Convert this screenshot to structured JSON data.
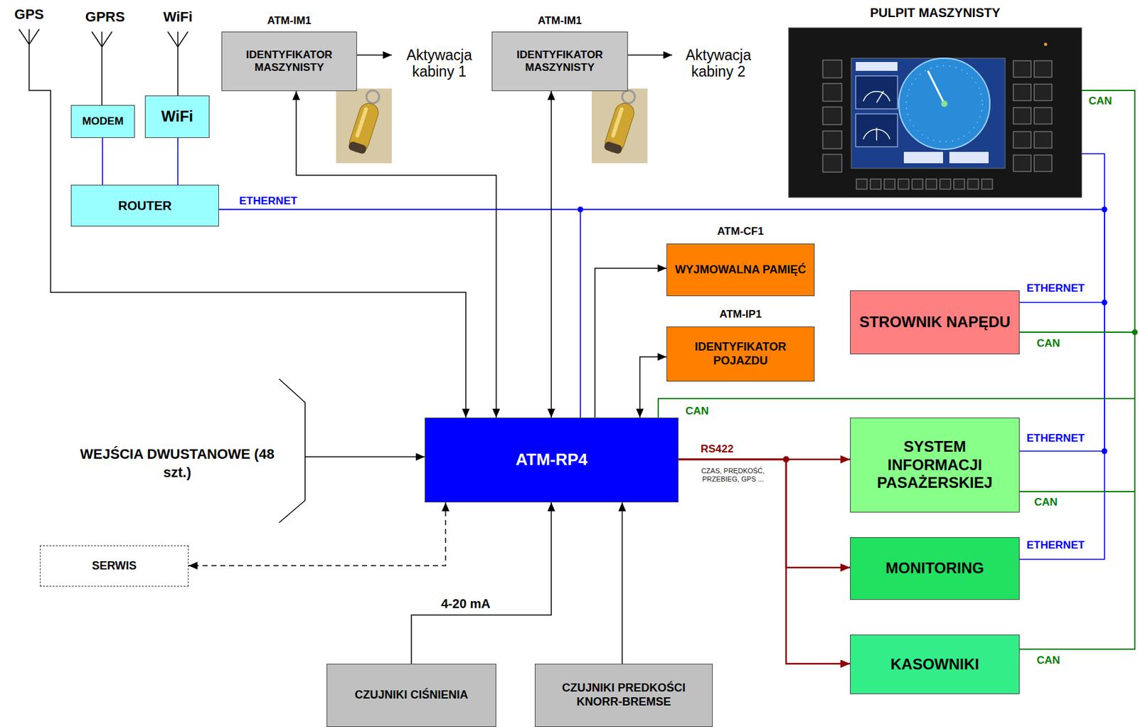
{
  "diagram": {
    "nodes": [
      {
        "text": [
          "ATM-IM1",
          "IDENTYFIKATOR MASZYNISTY"
        ]
      },
      {
        "text": [
          "ATM-IM1",
          "IDENTYFIKATOR MASZYNISTY"
        ]
      },
      {
        "text": [
          "PULPIT MASZYNISTY"
        ]
      },
      {
        "text": [
          "MODEM"
        ]
      },
      {
        "text": [
          "WiFi"
        ]
      },
      {
        "text": [
          "ROUTER"
        ]
      },
      {
        "text": [
          "ATM-CF1",
          "WYJMOWALNA PAMIĘĆ"
        ]
      },
      {
        "text": [
          "ATM-IP1",
          "IDENTYFIKATOR POJAZDU"
        ]
      },
      {
        "text": [
          "STROWNIK NAPĘDU"
        ]
      },
      {
        "text": [
          "ATM-RP4"
        ]
      },
      {
        "text": [
          "SYSTEM INFORMACJI PASAŻERSKIEJ"
        ]
      },
      {
        "text": [
          "SERWIS"
        ]
      },
      {
        "text": [
          "MONITORING"
        ]
      },
      {
        "text": [
          "KASOWNIKI"
        ]
      },
      {
        "text": [
          "CZUJNIKI CIŚNIENIA"
        ]
      },
      {
        "text": [
          "CZUJNIKI PREDKOŚCI KNORR-BREMSE"
        ]
      }
    ],
    "edges": [
      {
        "from": 3,
        "to": 5,
        "arrow": "none"
      },
      {
        "from": 4,
        "to": 5,
        "arrow": "none"
      },
      {
        "from": 5,
        "to": 9,
        "arrow": "none",
        "label": "ETHERNET"
      },
      {
        "from": 5,
        "to": 2,
        "arrow": "none"
      },
      {
        "from": 5,
        "to": 8,
        "arrow": "none",
        "label": "ETHERNET"
      },
      {
        "from": 5,
        "to": 10,
        "arrow": "none",
        "label": "ETHERNET"
      },
      {
        "from": 5,
        "to": 12,
        "arrow": "none",
        "label": "ETHERNET"
      },
      {
        "from": 9,
        "to": 2,
        "arrow": "none",
        "label": "CAN"
      },
      {
        "from": 9,
        "to": 8,
        "arrow": "none",
        "label": "CAN"
      },
      {
        "from": 9,
        "to": 10,
        "arrow": "none",
        "label": "CAN"
      },
      {
        "from": 9,
        "to": 13,
        "arrow": "none",
        "label": "CAN"
      },
      {
        "from": 9,
        "to": 10,
        "arrow": "to",
        "label": "RS422"
      },
      {
        "from": 9,
        "to": 12,
        "arrow": "to"
      },
      {
        "from": 9,
        "to": 13,
        "arrow": "to"
      },
      {
        "from": 0,
        "to": 9,
        "arrow": "both"
      },
      {
        "from": 1,
        "to": 9,
        "arrow": "both"
      },
      {
        "from": 9,
        "to": 6,
        "arrow": "to"
      },
      {
        "from": 9,
        "to": 7,
        "arrow": "both"
      },
      {
        "from": 9,
        "to": 11,
        "arrow": "both"
      },
      {
        "from": 14,
        "to": 9,
        "arrow": "to",
        "label": "4-20 mA"
      },
      {
        "from": 15,
        "to": 9,
        "arrow": "to"
      }
    ],
    "labels": [
      "GPS",
      "GPRS",
      "WiFi",
      "Aktywacja kabiny 1",
      "Aktywacja kabiny 2",
      "CAN",
      "CZAS, PRĘDKOŚĆ, PRZEBIEG, GPS ...",
      "WEJŚCIA DWUSTANOWE (48 szt.)"
    ]
  }
}
